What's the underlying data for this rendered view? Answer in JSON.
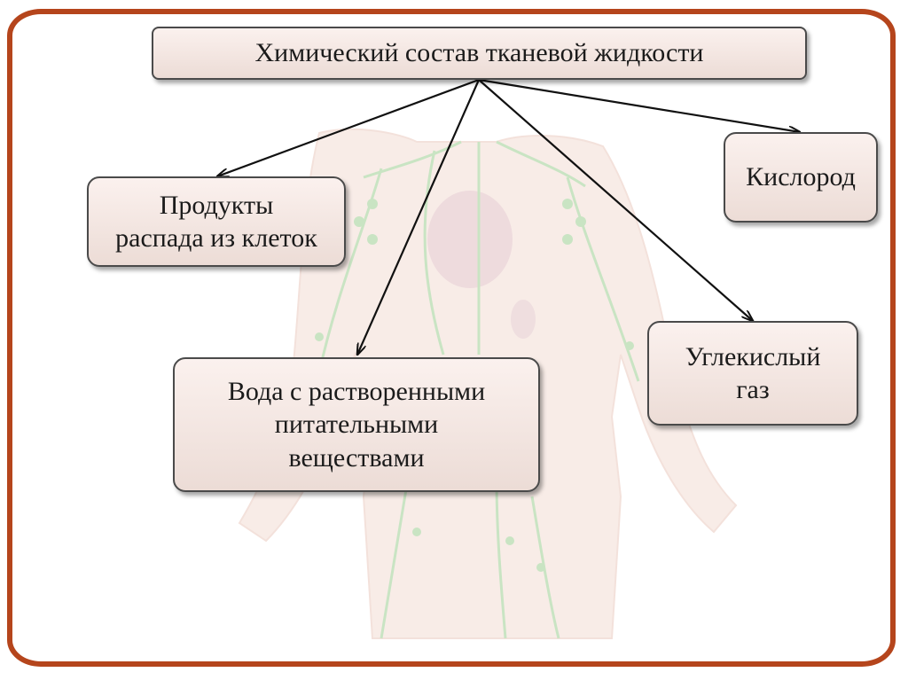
{
  "diagram": {
    "title": "Химический состав тканевой жидкости",
    "nodes": [
      {
        "id": "products",
        "label": "Продукты\nраспада из клеток"
      },
      {
        "id": "oxygen",
        "label": "Кислород"
      },
      {
        "id": "water",
        "label": "Вода с растворенными\nпитательными\nвеществами"
      },
      {
        "id": "co2",
        "label": "Углекислый\nгаз"
      }
    ]
  },
  "colors": {
    "frame": "#b5451c",
    "node_fill": "#f4e6e1",
    "arrow": "#111111",
    "background_lymph": "#b8dcb0",
    "background_body": "#f3ddd6"
  },
  "background_image": "faded human anatomy illustration with heart and lymphatic system"
}
